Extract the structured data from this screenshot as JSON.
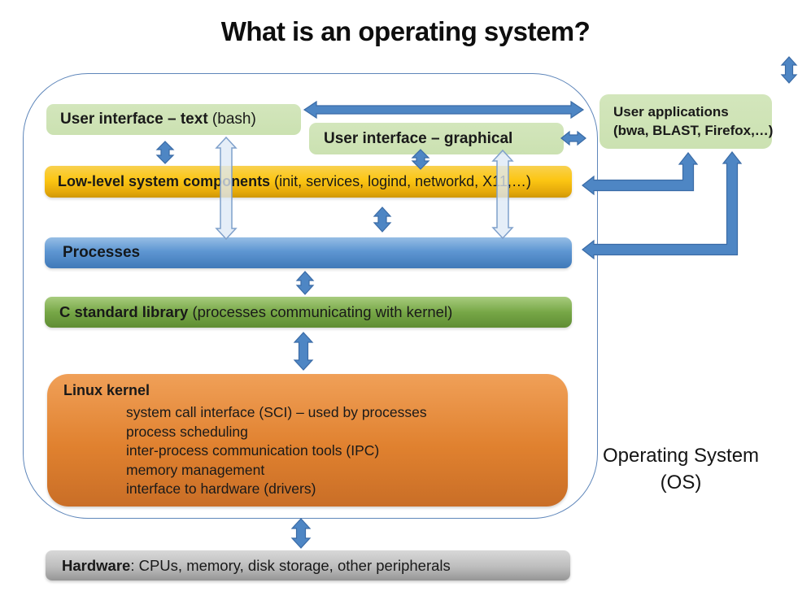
{
  "title": "What is an operating system?",
  "os_label": {
    "line1": "Operating System",
    "line2": "(OS)"
  },
  "boxes": {
    "ui_text": {
      "label_bold": "User interface – text",
      "label_rest": " (bash)"
    },
    "ui_graphical": {
      "label_bold": "User interface – graphical"
    },
    "user_apps": {
      "line1": "User applications",
      "line2": "(bwa, BLAST, Firefox,…)"
    },
    "low_level": {
      "label_bold": "Low-level system components",
      "label_rest": " (init, services, logind, networkd, X11,…)"
    },
    "processes": {
      "label_bold": "Processes"
    },
    "c_library": {
      "label_bold": "C standard library",
      "label_rest": " (processes communicating with kernel)"
    },
    "linux_kernel": {
      "label_bold": "Linux kernel",
      "items": [
        "system call interface (SCI) – used by processes",
        "process scheduling",
        "inter-process communication tools (IPC)",
        "memory management",
        "interface to hardware (drivers)"
      ]
    },
    "hardware": {
      "label_bold": "Hardware",
      "label_rest": ": CPUs, memory, disk storage, other peripherals"
    }
  },
  "colors": {
    "arrow_solid_blue": "#4e86c4",
    "arrow_pale_blue": "#dce9f6",
    "box_light_green": "#cee3b5",
    "box_yellow": "#fcc613",
    "box_blue": "#5e96d2",
    "box_green": "#77a747",
    "box_orange": "#e0812f",
    "box_gray": "#bdbdbd",
    "boundary_border": "#5e86ba"
  }
}
